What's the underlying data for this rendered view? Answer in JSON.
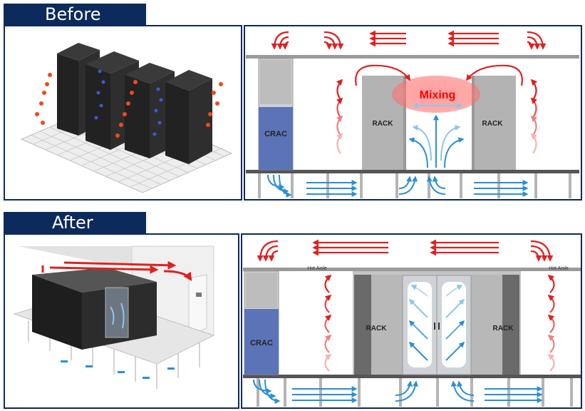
{
  "before": {
    "tab_label": "Before",
    "crac_label": "CRAC",
    "rack_left_label": "RACK",
    "rack_right_label": "RACK",
    "mixing_label": "Mixing"
  },
  "after": {
    "tab_label": "After",
    "crac_label": "CRAC",
    "rack_left_label": "RACK",
    "rack_right_label": "RACK",
    "hot_aisle_left_label": "Hot Aisle",
    "hot_aisle_right_label": "Hot Aisle"
  },
  "colors": {
    "navy": "#0d2a5c",
    "hot": "#e02020",
    "cold": "#2a8fd4",
    "crac_blue": "#5b74b8",
    "rack_gray": "#b3b3b3",
    "mixing_red": "#ff0000"
  }
}
